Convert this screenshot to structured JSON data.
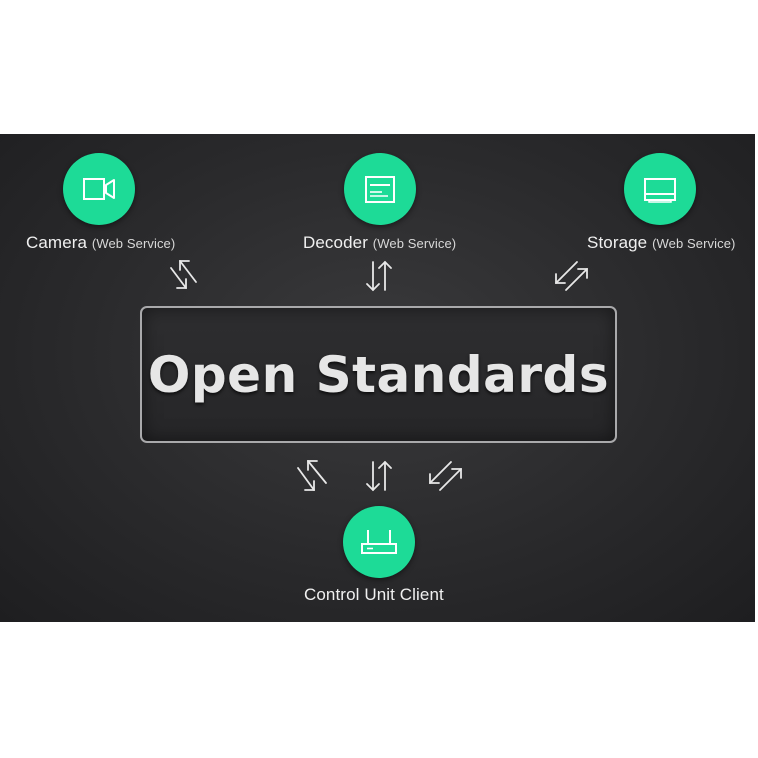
{
  "center": {
    "title": "Open Standards"
  },
  "nodes": [
    {
      "id": "camera",
      "name": "Camera",
      "sub": "(Web Service)",
      "icon": "camera-icon"
    },
    {
      "id": "decoder",
      "name": "Decoder",
      "sub": "(Web Service)",
      "icon": "decoder-icon"
    },
    {
      "id": "storage",
      "name": "Storage",
      "sub": "(Web Service)",
      "icon": "storage-icon"
    },
    {
      "id": "client",
      "name": "Control Unit Client",
      "sub": "",
      "icon": "router-icon"
    }
  ],
  "colors": {
    "accent": "#1ddb97",
    "background": "#2a2a2c",
    "text": "#f0f0f0",
    "border": "#a9a9ab"
  }
}
